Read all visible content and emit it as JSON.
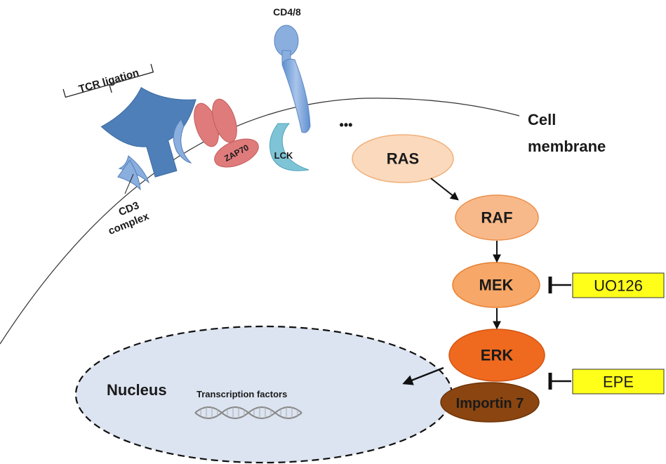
{
  "labels": {
    "tcr_ligation": "TCR ligation",
    "cd4_8": "CD4/8",
    "cd3_line1": "CD3",
    "cd3_line2": "complex",
    "zap70": "ZAP70",
    "lck": "LCK",
    "dots": "•••",
    "cell_membrane_line1": "Cell",
    "cell_membrane_line2": "membrane",
    "nucleus": "Nucleus",
    "transcription_factors": "Transcription factors"
  },
  "pathway": {
    "ras": "RAS",
    "raf": "RAF",
    "mek": "MEK",
    "erk": "ERK",
    "importin": "Importin 7"
  },
  "inhibitors": {
    "uo126": "UO126",
    "epe": "EPE"
  },
  "colors": {
    "ras_fill": "#fbd9bd",
    "raf_fill": "#f8b98a",
    "mek_fill": "#f7a767",
    "erk_fill": "#ef6a1f",
    "importin_fill": "#8a4510",
    "inhibitor_fill": "#ffff1a",
    "nucleus_fill": "#dce4f1",
    "tcr_blue": "#4f7fb8",
    "zap70_red": "#e07b7b",
    "lck_cyan": "#7fc4d6",
    "cd48_blue": "#8aaede"
  }
}
